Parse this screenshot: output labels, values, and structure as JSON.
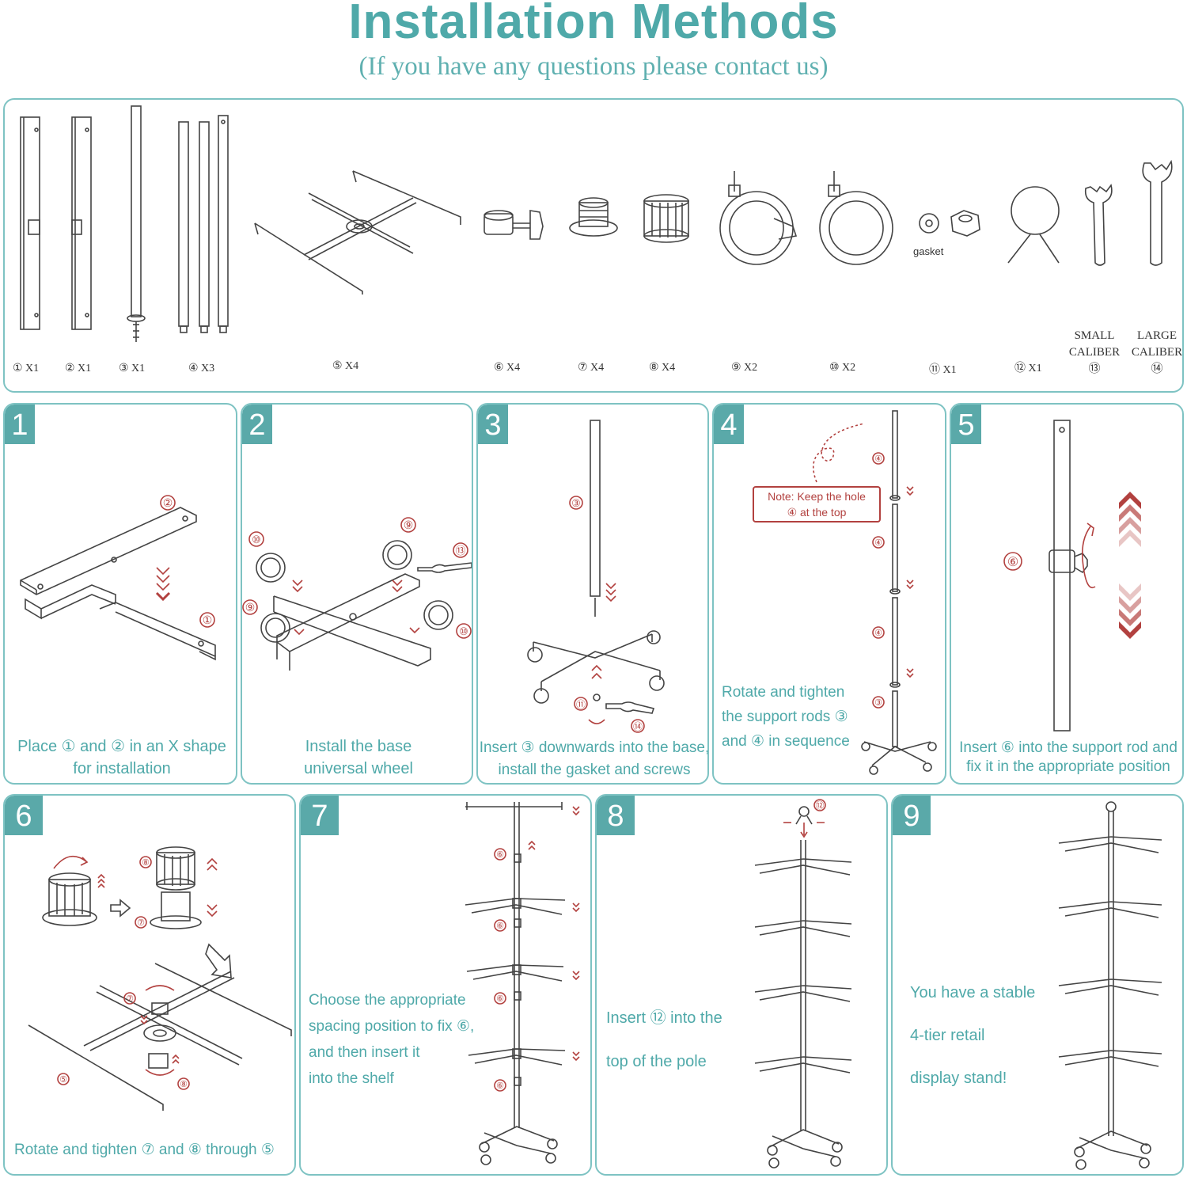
{
  "header": {
    "title": "Installation Methods",
    "subtitle": "(If you have any questions please contact us)"
  },
  "parts": [
    {
      "label": "① X1"
    },
    {
      "label": "② X1"
    },
    {
      "label": "③ X1"
    },
    {
      "label": "④ X3"
    },
    {
      "label": "⑤ X4"
    },
    {
      "label": "⑥ X4"
    },
    {
      "label": "⑦ X4"
    },
    {
      "label": "⑧ X4"
    },
    {
      "label": "⑨ X2"
    },
    {
      "label": "⑩ X2"
    },
    {
      "label": "⑪ X1"
    },
    {
      "label": "⑫ X1"
    }
  ],
  "gasket_label": "gasket",
  "calibers": {
    "small": {
      "line1": "SMALL",
      "line2": "CALIBER",
      "num": "⑬"
    },
    "large": {
      "line1": "LARGE",
      "line2": "CALIBER",
      "num": "⑭"
    }
  },
  "steps": [
    {
      "num": "1",
      "caption_l1": "Place ① and ② in an X shape",
      "caption_l2": "for installation"
    },
    {
      "num": "2",
      "caption_l1": "Install the base",
      "caption_l2": "universal wheel"
    },
    {
      "num": "3",
      "caption_l1": "Insert ③ downwards into the base,",
      "caption_l2": "install the gasket and screws"
    },
    {
      "num": "4",
      "caption_l1": "Rotate and tighten",
      "caption_l2": "the support rods ③",
      "caption_l3": "and ④ in sequence",
      "note_l1": "Note: Keep the hole",
      "note_l2": "④ at the top"
    },
    {
      "num": "5",
      "caption_l1": "Insert ⑥ into the support rod and",
      "caption_l2": "fix it in the appropriate position"
    },
    {
      "num": "6",
      "caption_l1": "Rotate and tighten ⑦ and ⑧ through ⑤"
    },
    {
      "num": "7",
      "caption_l1": "Choose the appropriate",
      "caption_l2": "spacing position to fix ⑥,",
      "caption_l3": "and then insert it",
      "caption_l4": "into the shelf"
    },
    {
      "num": "8",
      "caption_l1": "Insert ⑫ into the",
      "caption_l2": "top of the pole"
    },
    {
      "num": "9",
      "caption_l1": "You have a stable",
      "caption_l2": "4-tier retail",
      "caption_l3": "display stand!"
    }
  ],
  "callouts": {
    "c1": "①",
    "c2": "②",
    "c3": "③",
    "c4": "④",
    "c5": "⑤",
    "c6": "⑥",
    "c7": "⑦",
    "c8": "⑧",
    "c9": "⑨",
    "c10": "⑩",
    "c11": "⑪",
    "c12": "⑫",
    "c13": "⑬",
    "c14": "⑭"
  },
  "colors": {
    "accent": "#4fa9a9",
    "border": "#7ec3c3",
    "badge": "#5aa9a9",
    "red": "#b2413f"
  }
}
